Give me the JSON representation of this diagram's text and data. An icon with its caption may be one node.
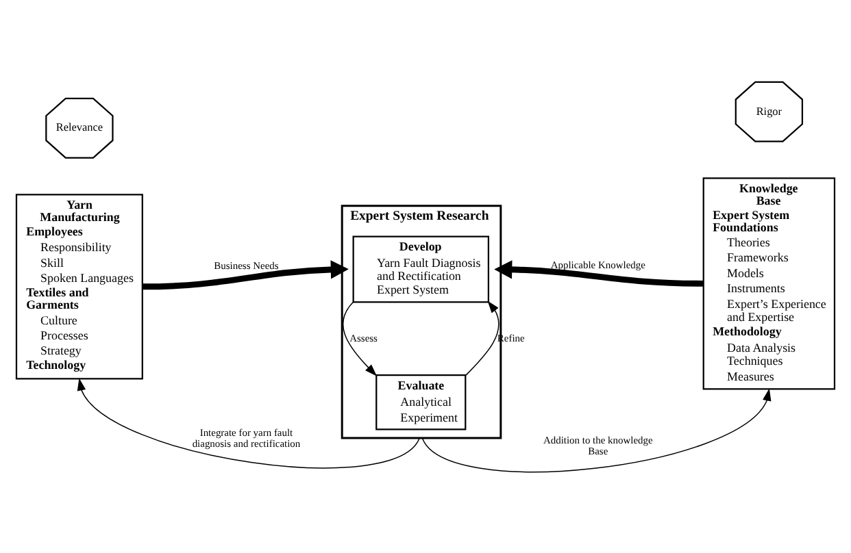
{
  "diagram": {
    "nodes": [
      {
        "text": [
          "Yarn Manufacturing",
          "Employees",
          "Responsibility",
          "Skill",
          "Spoken Languages",
          "Textiles and Garments",
          "Culture",
          "Processes",
          "Strategy",
          "Technology"
        ]
      },
      {
        "text": [
          "Relevance"
        ]
      },
      {
        "text": [
          "Expert System Research"
        ]
      },
      {
        "text": [
          "Develop",
          "Yarn Fault Diagnosis and Rectification Expert System"
        ],
        "in": 2
      },
      {
        "text": [
          "Evaluate",
          "Analytical",
          "Experiment"
        ],
        "in": 2
      },
      {
        "text": [
          "Rigor"
        ]
      },
      {
        "text": [
          "Knowledge Base",
          "Expert System Foundations",
          "Theories",
          "Frameworks",
          "Models",
          "Instruments",
          "Expert’s Experience and Expertise",
          "Methodology",
          "Data Analysis Techniques",
          "Measures"
        ]
      }
    ],
    "edges": [
      {
        "from": 0,
        "to": 2,
        "arrow": "to",
        "label": "Business Needs",
        "style": "thick"
      },
      {
        "from": 6,
        "to": 2,
        "arrow": "to",
        "label": "Applicable Knowledge",
        "style": "thick"
      },
      {
        "from": 3,
        "to": 4,
        "arrow": "to",
        "label": "Assess"
      },
      {
        "from": 4,
        "to": 3,
        "arrow": "to",
        "label": "Refine"
      },
      {
        "from": 2,
        "to": 0,
        "arrow": "to",
        "label": "Integrate for yarn fault diagnosis and rectification"
      },
      {
        "from": 2,
        "to": 6,
        "arrow": "to",
        "label": "Addition to the knowledge Base"
      }
    ]
  }
}
